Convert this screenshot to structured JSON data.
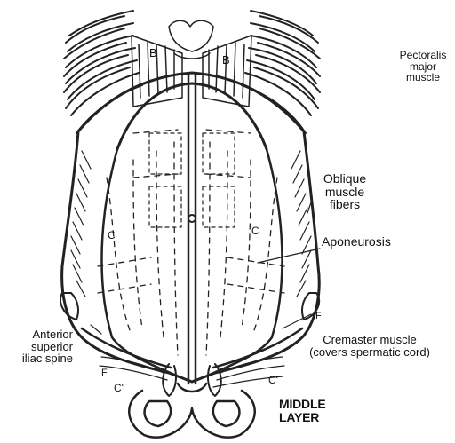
{
  "labels": {
    "pectoralis": [
      "Pectoralis",
      "major",
      "muscle"
    ],
    "oblique": [
      "Oblique",
      "muscle",
      "fibers"
    ],
    "aponeurosis": "Aponeurosis",
    "anterior": [
      "Anterior",
      "superior",
      "iliac spine"
    ],
    "cremaster": [
      "Cremaster muscle",
      "(covers spermatic cord)"
    ]
  },
  "markers": {
    "b_left": "B",
    "b_right": "B",
    "c_left": "C",
    "c_right": "C",
    "f_right": "F",
    "f_left": "F",
    "c_prime_left": "C'",
    "c_prime_right": "C'"
  },
  "title": [
    "MIDDLE",
    "LAYER"
  ]
}
